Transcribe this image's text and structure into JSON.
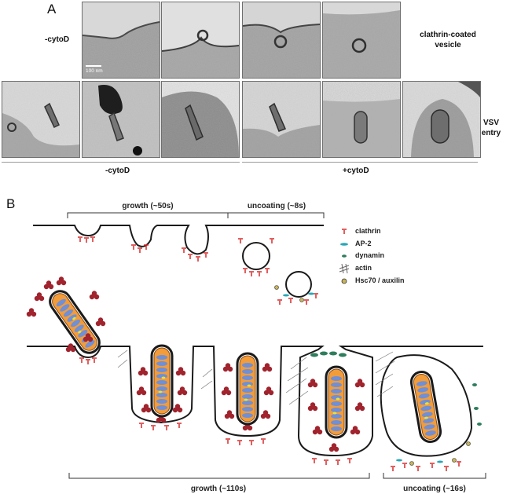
{
  "panelA": {
    "letter": "A",
    "row_label_top": "-cytoD",
    "side_label_top_line1": "clathrin-coated",
    "side_label_top_line2": "vesicle",
    "side_label_bottom_line1": "VSV",
    "side_label_bottom_line2": "entry",
    "bottom_label_left": "-cytoD",
    "bottom_label_right": "+cytoD",
    "scale_label": "100 nm"
  },
  "panelB": {
    "letter": "B",
    "top_growth": "growth (~50s)",
    "top_uncoating": "uncoating (~8s)",
    "bottom_growth": "growth (~110s)",
    "bottom_uncoating": "uncoating (~16s)",
    "legend": [
      {
        "label": "clathrin",
        "icon": "clathrin-icon",
        "color": "#d62b2b"
      },
      {
        "label": "AP-2",
        "icon": "ap2-icon",
        "color": "#2aa6b8"
      },
      {
        "label": "dynamin",
        "icon": "dynamin-icon",
        "color": "#2e7d5b"
      },
      {
        "label": "actin",
        "icon": "actin-icon",
        "color": "#666666"
      },
      {
        "label": "Hsc70 / auxilin",
        "icon": "hsc70-auxilin-icon",
        "color": "#c8b45a"
      }
    ]
  }
}
